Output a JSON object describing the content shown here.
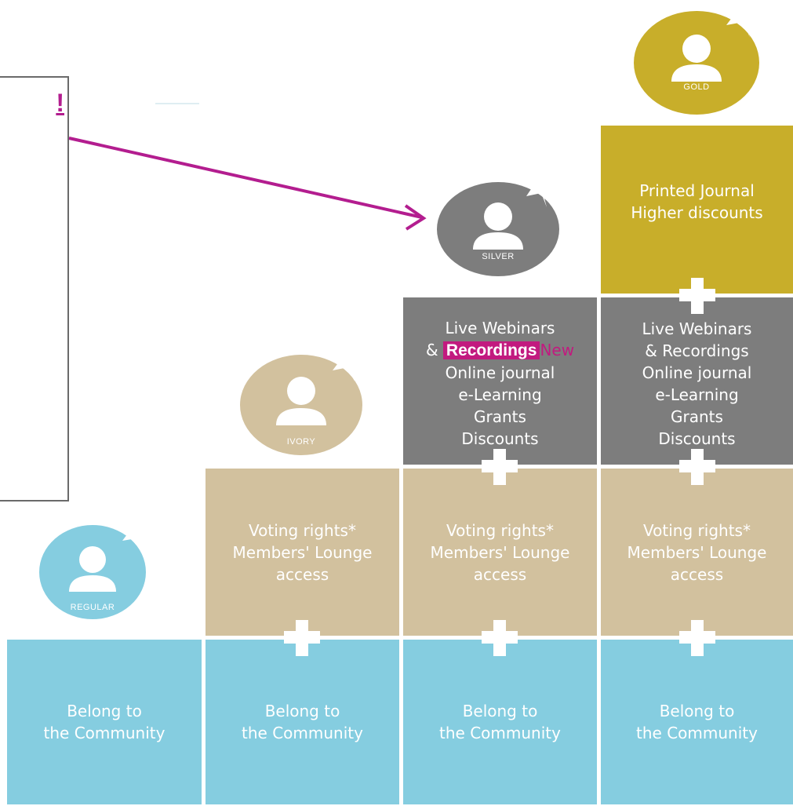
{
  "callout": {
    "text": "!"
  },
  "badges": {
    "regular": "REGULAR",
    "ivory": "IVORY",
    "silver": "SILVER",
    "gold": "GOLD"
  },
  "columns": {
    "regular": {
      "community": [
        "Belong to",
        "the Community"
      ]
    },
    "ivory": {
      "community": [
        "Belong to",
        "the Community"
      ],
      "voting": [
        "Voting rights*",
        "Members' Lounge",
        "access"
      ]
    },
    "silver": {
      "community": [
        "Belong to",
        "the Community"
      ],
      "voting": [
        "Voting rights*",
        "Members' Lounge",
        "access"
      ],
      "webinars": {
        "line1": "Live Webinars",
        "amp": "&",
        "recordings": "Recordings",
        "new_tag": "New",
        "rest": [
          "Online journal",
          "e-Learning",
          "Grants",
          "Discounts"
        ]
      }
    },
    "gold": {
      "community": [
        "Belong to",
        "the Community"
      ],
      "voting": [
        "Voting rights*",
        "Members' Lounge",
        "access"
      ],
      "webinars": [
        "Live Webinars",
        "& Recordings",
        "Online journal",
        "e-Learning",
        "Grants",
        "Discounts"
      ],
      "journal": [
        "Printed Journal",
        "Higher discounts"
      ]
    }
  },
  "colors": {
    "community": "#85cde0",
    "voting": "#d2c19e",
    "webinars": "#7d7d7d",
    "gold": "#c8ae2a",
    "accent": "#c21a7f"
  }
}
